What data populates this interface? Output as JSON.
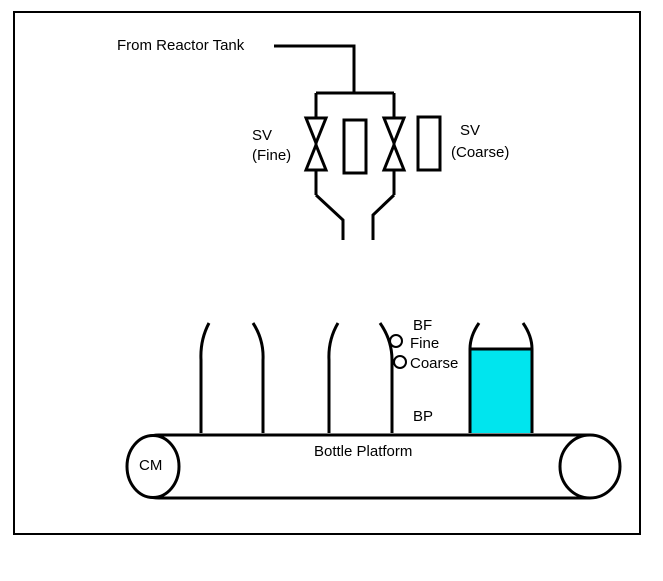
{
  "labels": {
    "source": "From Reactor Tank",
    "sv_fine_line1": "SV",
    "sv_fine_line2": "(Fine)",
    "sv_coarse_line1": "SV",
    "sv_coarse_line2": "(Coarse)",
    "bf": "BF",
    "fine": "Fine",
    "coarse": "Coarse",
    "bp": "BP",
    "cm": "CM",
    "platform": "Bottle Platform"
  },
  "colors": {
    "stroke": "#000000",
    "filled_bottle": "#00e5ee",
    "background": "#ffffff"
  }
}
